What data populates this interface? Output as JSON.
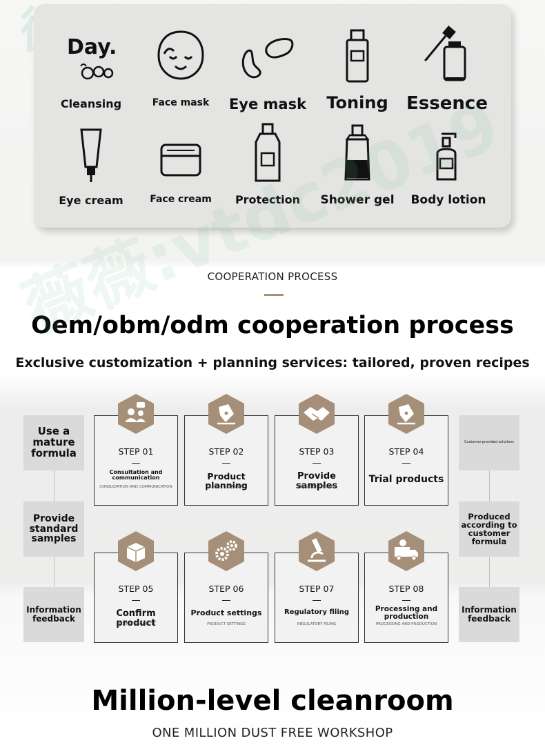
{
  "products": [
    {
      "label": "Cleansing",
      "icon": "cleansing-day-icon",
      "logo_text": "Day."
    },
    {
      "label": "Face mask",
      "icon": "face-mask-icon"
    },
    {
      "label": "Eye mask",
      "icon": "eye-mask-icon"
    },
    {
      "label": "Toning",
      "icon": "toner-bottle-icon"
    },
    {
      "label": "Essence",
      "icon": "dropper-bottle-icon"
    },
    {
      "label": "Eye cream",
      "icon": "tube-icon"
    },
    {
      "label": "Face cream",
      "icon": "cream-jar-icon"
    },
    {
      "label": "Protection",
      "icon": "sunscreen-bottle-icon"
    },
    {
      "label": "Shower gel",
      "icon": "shower-gel-bottle-icon"
    },
    {
      "label": "Body lotion",
      "icon": "pump-bottle-icon"
    }
  ],
  "section": {
    "label": "COOPERATION PROCESS",
    "title": "Oem/obm/odm cooperation process",
    "subtitle": "Exclusive customization + planning services: tailored, proven recipes"
  },
  "left_flow": [
    "Use a mature formula",
    "Provide standard samples",
    "Information feedback"
  ],
  "right_flow": [
    "Customer-provided solutions",
    "Produced according to customer formula",
    "Information feedback"
  ],
  "steps": [
    {
      "num": "STEP 01",
      "title": "Consultation and communication",
      "sub": "CONSULTATION AND COMMUNICATION",
      "icon": "consultation-people-icon"
    },
    {
      "num": "STEP 02",
      "title": "Product planning",
      "sub": "PRODUCT PLANNING",
      "icon": "pen-nib-icon"
    },
    {
      "num": "STEP 03",
      "title": "Provide samples",
      "sub": "PROVIDE TEMPLATE",
      "icon": "handshake-icon"
    },
    {
      "num": "STEP 04",
      "title": "Trial products",
      "sub": "",
      "icon": "pen-nib-icon"
    },
    {
      "num": "STEP 05",
      "title": "Confirm product",
      "sub": "IDENTIFY PRODUCTS",
      "icon": "box-icon"
    },
    {
      "num": "STEP 06",
      "title": "Product settings",
      "sub": "PRODUCT SETTINGS",
      "icon": "gears-icon"
    },
    {
      "num": "STEP 07",
      "title": "Regulatory filing",
      "sub": "REGULATORY FILING",
      "icon": "microscope-icon"
    },
    {
      "num": "STEP 08",
      "title": "Processing and production",
      "sub": "PROCESSING AND PRODUCTION",
      "icon": "delivery-truck-icon"
    }
  ],
  "cleanroom": {
    "title": "Million-level cleanroom",
    "subtitle": "ONE MILLION DUST FREE WORKSHOP"
  },
  "colors": {
    "accent": "#a58f78",
    "card_bg": "#e4e4e3",
    "side_box": "#dadada"
  }
}
